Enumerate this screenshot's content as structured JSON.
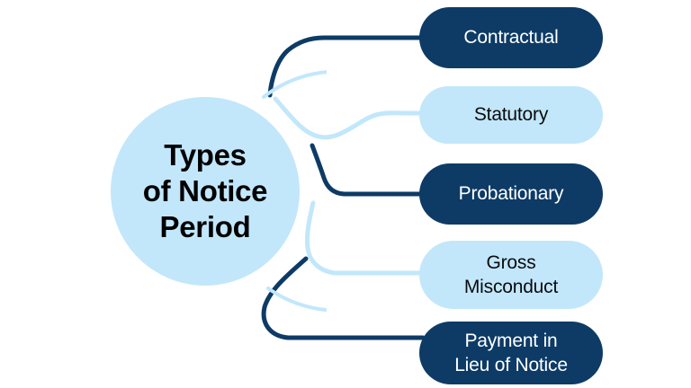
{
  "diagram": {
    "type": "mind-map",
    "background_color": "#ffffff",
    "center": {
      "label": "Types\nof Notice\nPeriod",
      "fill_color": "#c2e7fb",
      "ring_color": "#c2e7fb",
      "text_color": "#000000"
    },
    "palette": {
      "dark_navy": "#0d3b66",
      "light_blue": "#c2e7fb",
      "white": "#ffffff"
    },
    "branches": [
      {
        "id": "contractual",
        "label": "Contractual",
        "style": "dark",
        "fill_color": "#0d3b66",
        "text_color": "#ffffff",
        "connector_color": "#0d3b66"
      },
      {
        "id": "statutory",
        "label": "Statutory",
        "style": "light",
        "fill_color": "#c2e7fb",
        "text_color": "#0b0b0b",
        "connector_color": "#c2e7fb"
      },
      {
        "id": "probationary",
        "label": "Probationary",
        "style": "dark",
        "fill_color": "#0d3b66",
        "text_color": "#ffffff",
        "connector_color": "#0d3b66"
      },
      {
        "id": "gross-misconduct",
        "label": "Gross\nMisconduct",
        "style": "light",
        "fill_color": "#c2e7fb",
        "text_color": "#0b0b0b",
        "connector_color": "#c2e7fb"
      },
      {
        "id": "payment-in-lieu-of-notice",
        "label": "Payment in\nLieu of Notice",
        "style": "dark",
        "fill_color": "#0d3b66",
        "text_color": "#ffffff",
        "connector_color": "#0d3b66"
      }
    ]
  }
}
